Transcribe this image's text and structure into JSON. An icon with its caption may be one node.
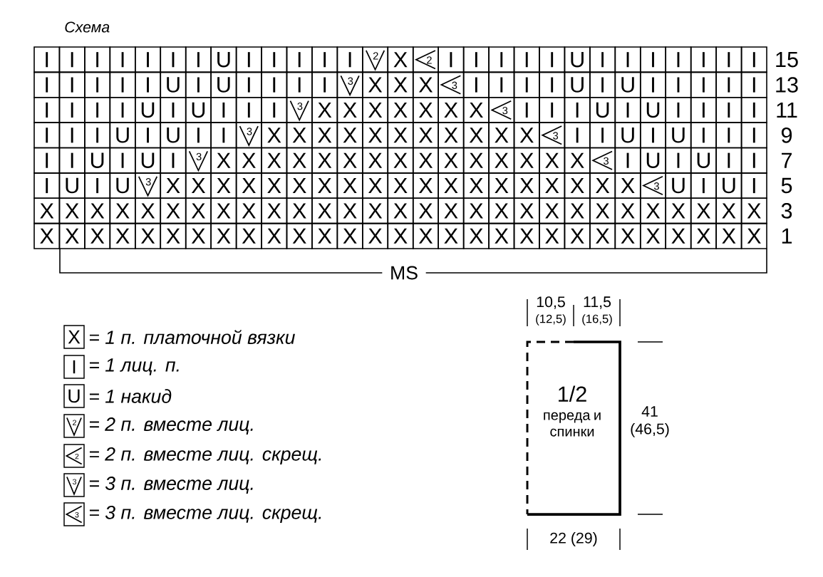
{
  "diagram": {
    "title": "Схема",
    "nodes": [
      {
        "text": [
          "1/2",
          "переда и спинки"
        ]
      }
    ],
    "labels": [
      "I",
      "I",
      "I",
      "I",
      "I",
      "I",
      "I",
      "U",
      "I",
      "I",
      "I",
      "I",
      "I",
      "2",
      "X",
      "2",
      "I",
      "I",
      "I",
      "I",
      "I",
      "U",
      "I",
      "I",
      "I",
      "I",
      "I",
      "I",
      "I",
      "15",
      "I",
      "I",
      "I",
      "I",
      "I",
      "U",
      "I",
      "U",
      "I",
      "I",
      "I",
      "I",
      "3",
      "X",
      "X",
      "X",
      "3",
      "I",
      "I",
      "I",
      "I",
      "U",
      "I",
      "U",
      "I",
      "I",
      "I",
      "I",
      "I",
      "13",
      "I",
      "I",
      "I",
      "I",
      "U",
      "I",
      "U",
      "I",
      "I",
      "I",
      "3",
      "X",
      "X",
      "X",
      "X",
      "X",
      "X",
      "X",
      "3",
      "I",
      "I",
      "I",
      "U",
      "I",
      "U",
      "I",
      "I",
      "I",
      "I",
      "11",
      "I",
      "I",
      "I",
      "U",
      "I",
      "U",
      "I",
      "I",
      "3",
      "X",
      "X",
      "X",
      "X",
      "X",
      "X",
      "X",
      "X",
      "X",
      "X",
      "X",
      "3",
      "I",
      "I",
      "U",
      "I",
      "U",
      "I",
      "I",
      "I",
      "9",
      "I",
      "I",
      "U",
      "I",
      "U",
      "I",
      "3",
      "X",
      "X",
      "X",
      "X",
      "X",
      "X",
      "X",
      "X",
      "X",
      "X",
      "X",
      "X",
      "X",
      "X",
      "X",
      "3",
      "I",
      "U",
      "I",
      "U",
      "I",
      "I",
      "7",
      "I",
      "U",
      "I",
      "U",
      "3",
      "X",
      "X",
      "X",
      "X",
      "X",
      "X",
      "X",
      "X",
      "X",
      "X",
      "X",
      "X",
      "X",
      "X",
      "X",
      "X",
      "X",
      "X",
      "X",
      "3",
      "U",
      "I",
      "U",
      "I",
      "5",
      "X",
      "X",
      "X",
      "X",
      "X",
      "X",
      "X",
      "X",
      "X",
      "X",
      "X",
      "X",
      "X",
      "X",
      "X",
      "X",
      "X",
      "X",
      "X",
      "X",
      "X",
      "X",
      "X",
      "X",
      "X",
      "X",
      "X",
      "X",
      "X",
      "3",
      "X",
      "X",
      "X",
      "X",
      "X",
      "X",
      "X",
      "X",
      "X",
      "X",
      "X",
      "X",
      "X",
      "X",
      "X",
      "X",
      "X",
      "X",
      "X",
      "X",
      "X",
      "X",
      "X",
      "X",
      "X",
      "X",
      "X",
      "X",
      "X",
      "1",
      "MS",
      "X",
      "I",
      "U",
      "2",
      "2",
      "3",
      "3",
      "10,5",
      "(12,5)",
      "11,5",
      "(16,5)",
      "41 (46,5)",
      "22 (29)"
    ],
    "legend": [
      {
        "text": "= 1 п. платочной вязки"
      },
      {
        "text": "= 1 лиц. п."
      },
      {
        "text": "= 1 накид"
      },
      {
        "text": "= 2 п. вместе лиц."
      },
      {
        "text": "= 2 п. вместе лиц. скрещ."
      },
      {
        "text": "= 3 п. вместе лиц."
      },
      {
        "text": "= 3 п. вместе лиц. скрещ."
      }
    ]
  }
}
